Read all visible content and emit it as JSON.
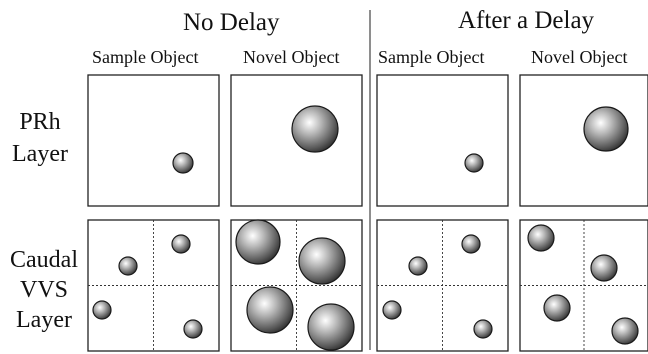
{
  "conditions": {
    "no_delay": "No Delay",
    "after_delay": "After a Delay"
  },
  "columns": {
    "sample": "Sample Object",
    "novel": "Novel Object"
  },
  "rows": {
    "prh": [
      "PRh",
      "Layer"
    ],
    "caudal": [
      "Caudal",
      "VVS",
      "Layer"
    ]
  }
}
